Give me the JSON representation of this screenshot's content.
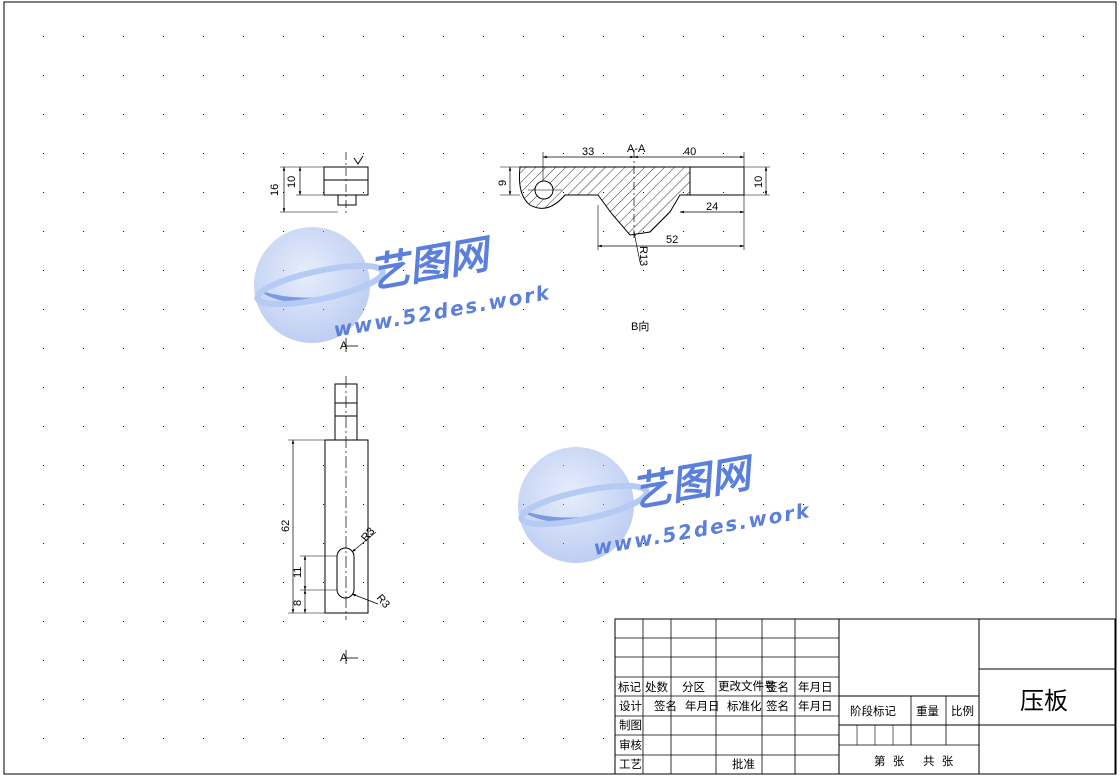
{
  "drawing": {
    "part_name": "压板",
    "colors": {
      "line": "#000000",
      "watermark": "#5a7fdc",
      "watermark_light": "#a9c2f2"
    },
    "views": {
      "side": {
        "dim_16": "16",
        "dim_10": "10"
      },
      "section": {
        "label": "A-A",
        "dim_33": "33",
        "dim_40": "40",
        "dim_9": "9",
        "dim_10": "10",
        "dim_24": "24",
        "dim_52": "52",
        "dim_r13": "R13",
        "note": "B向"
      },
      "plan": {
        "dim_62": "62",
        "dim_11": "11",
        "dim_8": "8",
        "dim_r3_top": "R3",
        "dim_r3_bottom": "R3"
      },
      "arrow_top": "A",
      "arrow_bottom": "A"
    },
    "watermark": {
      "name": "艺图网",
      "url": "www.52des.work"
    },
    "title_block": {
      "mark": "标记",
      "count": "处数",
      "zone": "分区",
      "change_doc": "更改文件号",
      "sign": "签名",
      "date": "年月日",
      "design": "设计",
      "standard": "标准化",
      "drafting": "制图",
      "review": "审核",
      "process": "工艺",
      "approve": "批准",
      "stage_mark": "阶段标记",
      "weight": "重量",
      "scale": "比例",
      "sheet_no": "第  张",
      "sheet_total": "共  张"
    }
  }
}
